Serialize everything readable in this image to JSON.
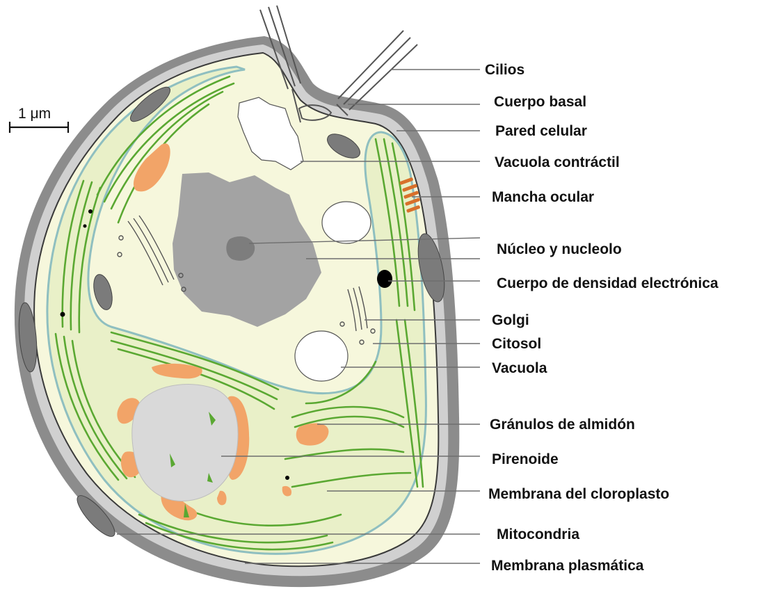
{
  "scale_bar": {
    "label": "1 μm"
  },
  "labels": {
    "cilios": "Cilios",
    "cuerpo_basal": "Cuerpo basal",
    "pared_celular": "Pared celular",
    "vacuola_contractil": "Vacuola contráctil",
    "mancha_ocular": "Mancha ocular",
    "nucleo": "Núcleo y nucleolo",
    "cuerpo_densidad": "Cuerpo de densidad electrónica",
    "golgi": "Golgi",
    "citosol": "Citosol",
    "vacuola": "Vacuola",
    "granulos": "Gránulos de almidón",
    "pirenoide": "Pirenoide",
    "membrana_cloroplasto": "Membrana del cloroplasto",
    "mitocondria": "Mitocondria",
    "membrana_plasmatica": "Membrana plasmática"
  },
  "colors": {
    "cell_wall": "#8c8c8c",
    "cytosol": "#f6f7dc",
    "chloroplast_membrane": "#8fbfc0",
    "thylakoid": "#5aa832",
    "starch": "#f2a468",
    "pyrenoid": "#d9d9d9",
    "nucleus": "#a3a3a3",
    "nucleolus": "#7d7d7d",
    "eyespot": "#d8702a",
    "mitochondria": "#7b7b7b"
  }
}
